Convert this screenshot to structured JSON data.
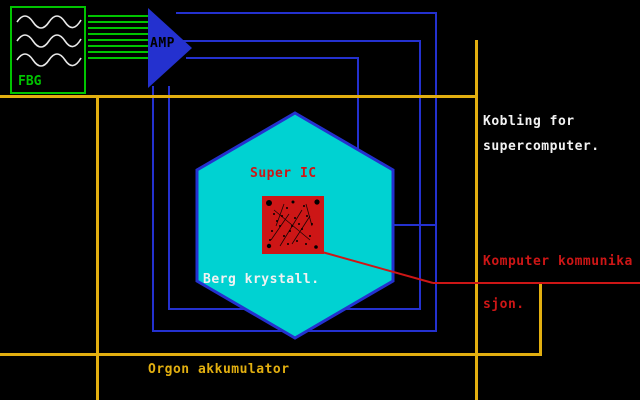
{
  "colors": {
    "background": "#000000",
    "yellow": "#e2af10",
    "blue": "#2431cf",
    "cyan": "#00d2d2",
    "green": "#00c400",
    "red": "#cd1616",
    "white": "#f2f2f2"
  },
  "generator": {
    "fbg_label": "FBG",
    "amp_label": "AMP"
  },
  "hexagon": {
    "title": "Super IC",
    "caption": "Berg krystall."
  },
  "captions": {
    "coupling_line1": "Kobling for",
    "coupling_line2": "supercomputer.",
    "comm_line1": "Komputer kommunika",
    "comm_line2": "sjon.",
    "accumulator": "Orgon akkumulator"
  }
}
